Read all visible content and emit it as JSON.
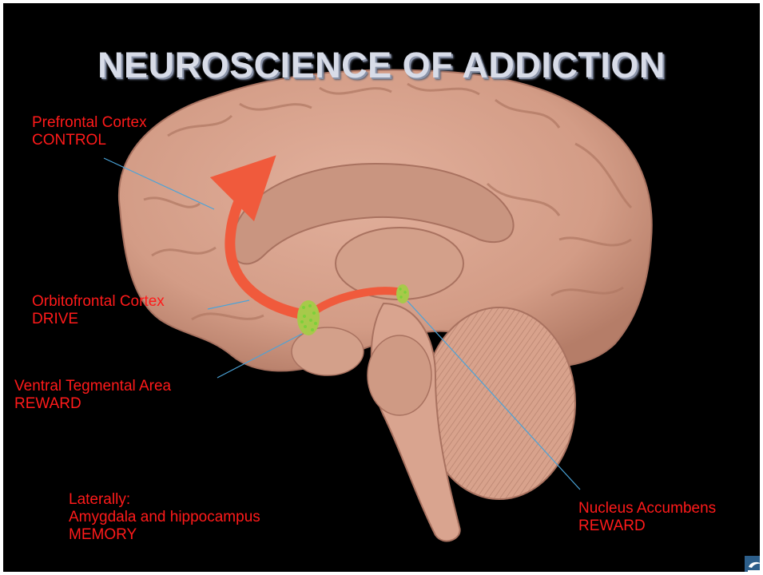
{
  "slide": {
    "title": "NEUROSCIENCE OF ADDICTION",
    "labels": {
      "prefrontal": {
        "name": "Prefrontal Cortex",
        "role": "CONTROL"
      },
      "orbitofrontal": {
        "name": "Orbitofrontal Cortex",
        "role": "DRIVE"
      },
      "vta": {
        "name": "Ventral Tegmental Area",
        "role": "REWARD"
      },
      "laterally": {
        "line1": "Laterally:",
        "line2": "Amygdala and hippocampus",
        "line3": "MEMORY"
      },
      "nucleus": {
        "name": "Nucleus Accumbens",
        "role": "REWARD"
      }
    },
    "colors": {
      "background": "#000000",
      "brain": "#d9a48f",
      "label_text": "#ff1a1a",
      "pathway": "#f05a3c",
      "pointer": "#4aa3d8",
      "nucleus_dots": "#7ccf3a"
    },
    "logo_icon": "savant-logo-icon"
  }
}
